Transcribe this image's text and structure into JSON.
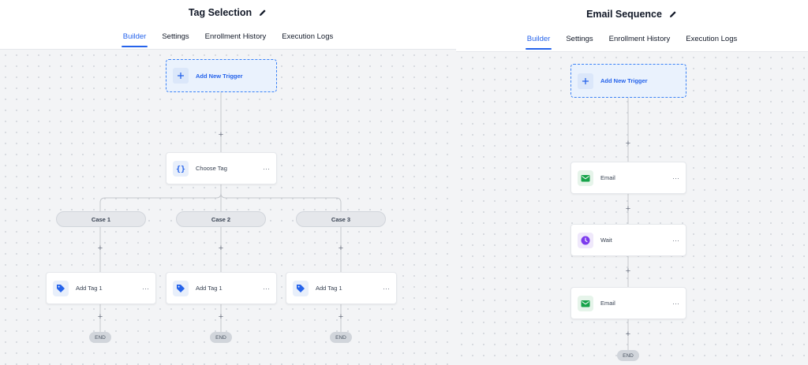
{
  "left": {
    "title": "Tag Selection",
    "tabs": [
      "Builder",
      "Settings",
      "Enrollment History",
      "Execution Logs"
    ],
    "active_tab": "Builder",
    "trigger_label": "Add New Trigger",
    "condition_label": "Choose Tag",
    "cases": [
      "Case 1",
      "Case 2",
      "Case 3"
    ],
    "actions": [
      "Add Tag 1",
      "Add Tag 1",
      "Add Tag 1"
    ],
    "end_label": "END",
    "more": "···",
    "plus": "+"
  },
  "right": {
    "title": "Email Sequence",
    "tabs": [
      "Builder",
      "Settings",
      "Enrollment History",
      "Execution Logs"
    ],
    "active_tab": "Builder",
    "trigger_label": "Add New Trigger",
    "steps": [
      "Email",
      "Wait",
      "Email"
    ],
    "end_label": "END",
    "more": "···",
    "plus": "+"
  },
  "colors": {
    "accent": "#2563eb",
    "email_icon": "#16a34a",
    "wait_icon": "#7c3aed",
    "tag_icon": "#2563eb"
  },
  "icons": {
    "edit": "pencil-icon",
    "trigger": "plus-icon",
    "condition": "curly-braces-icon",
    "tag": "tag-icon",
    "email": "envelope-icon",
    "wait": "clock-icon"
  }
}
